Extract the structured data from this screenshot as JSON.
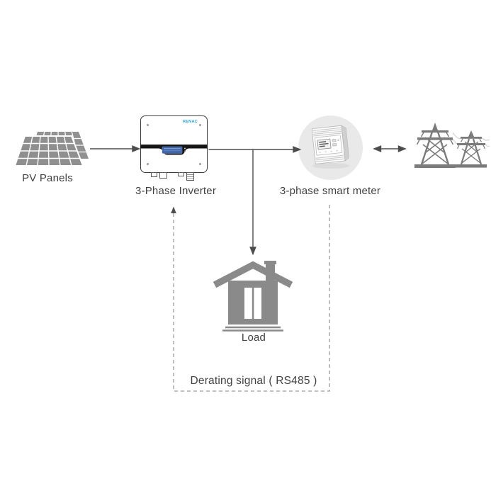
{
  "colors": {
    "icon_gray": "#8a8a8a",
    "panel_gray": "#8f8f8f",
    "line": "#4d4d4d",
    "dashed_line": "#9c9c9c",
    "meter_circle_bg": "#e9e9e9",
    "inverter_band": "#161616",
    "inverter_display_blue": "#3f63a8",
    "brand_blue": "#2aa2db",
    "text": "#404040",
    "background": "#ffffff"
  },
  "nodes": {
    "pv_panels": {
      "label": "PV Panels",
      "icon": "solar-panels"
    },
    "inverter": {
      "label": "3-Phase Inverter",
      "brand": "RENAC",
      "icon": "inverter-unit"
    },
    "smart_meter": {
      "label": "3-phase smart meter",
      "icon": "din-rail-meter"
    },
    "grid": {
      "icon": "transmission-towers"
    },
    "load": {
      "label": "Load",
      "icon": "house"
    }
  },
  "connections": [
    {
      "from": "pv_panels",
      "to": "inverter",
      "style": "solid",
      "direction": "forward"
    },
    {
      "from": "inverter",
      "to": "smart_meter",
      "style": "solid",
      "direction": "forward"
    },
    {
      "from": "inverter_meter_line",
      "to": "load",
      "style": "solid",
      "direction": "forward"
    },
    {
      "from": "smart_meter",
      "to": "grid",
      "style": "solid",
      "direction": "both"
    },
    {
      "from": "smart_meter",
      "to": "inverter",
      "style": "dashed",
      "direction": "forward",
      "label": "Derating signal ( RS485 )"
    }
  ],
  "derating_signal": {
    "label": "Derating signal ( RS485 )"
  }
}
